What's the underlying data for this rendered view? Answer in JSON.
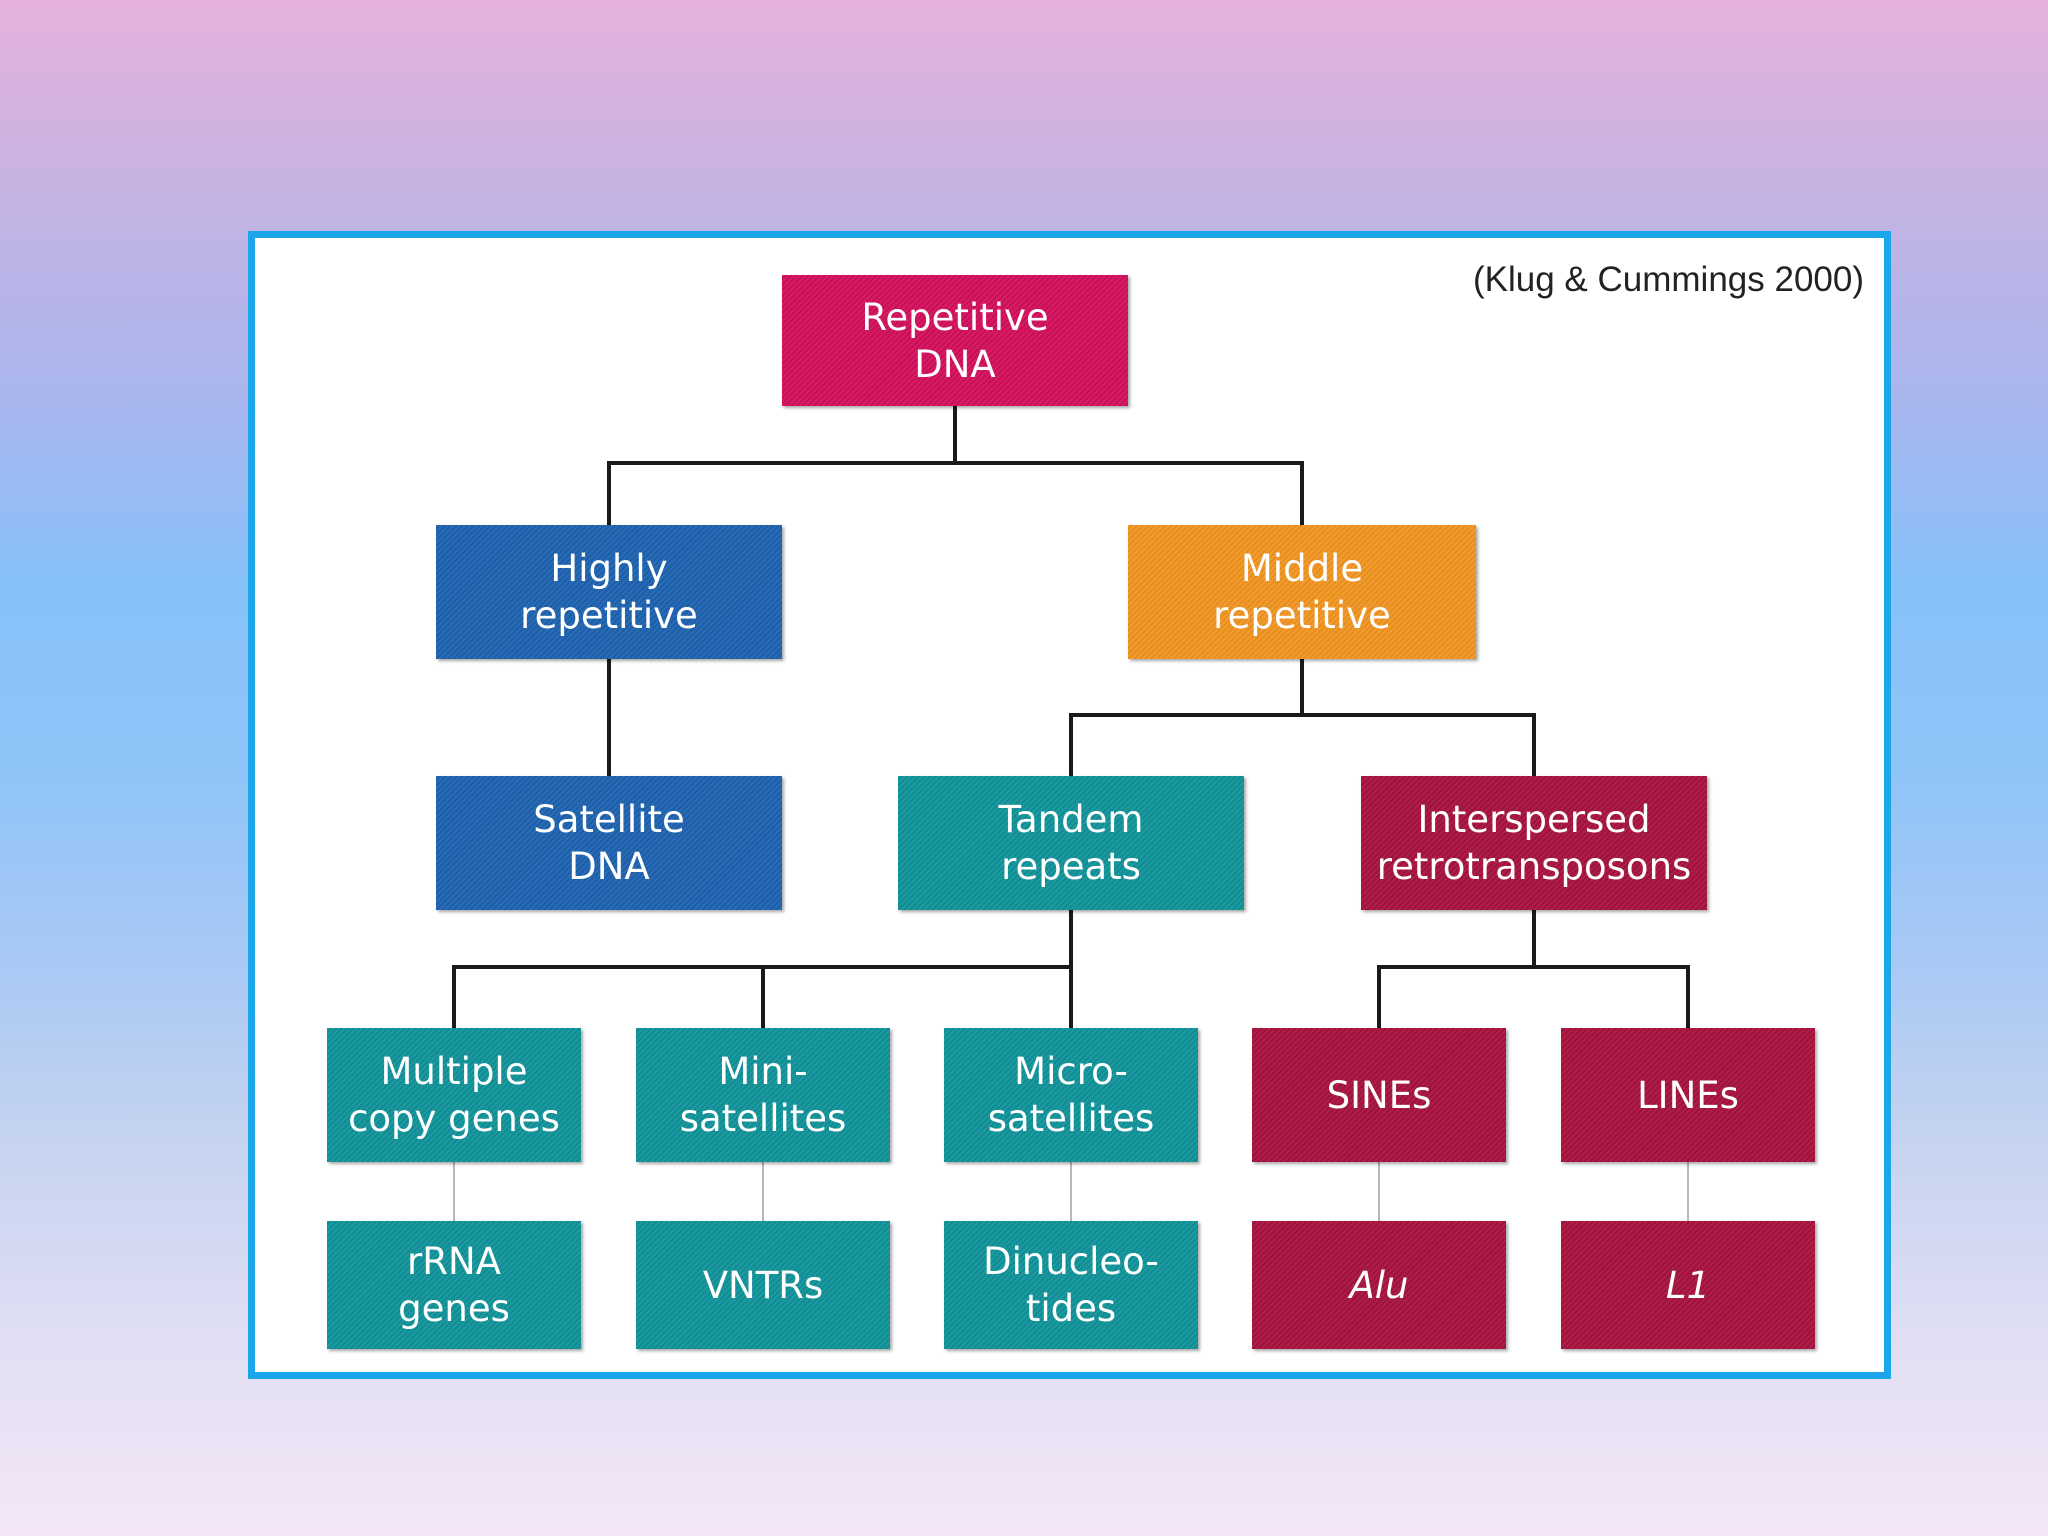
{
  "citation": "(Klug & Cummings 2000)",
  "colors": {
    "root": "#d4105d",
    "highly": "#1e63b0",
    "middle": "#f29622",
    "tandem": "#11949b",
    "interspersed": "#a8133f",
    "frame": "#1aa6e8"
  },
  "nodes": {
    "repetitive_dna": "Repetitive\nDNA",
    "highly_repetitive": "Highly\nrepetitive",
    "middle_repetitive": "Middle\nrepetitive",
    "satellite_dna": "Satellite\nDNA",
    "tandem_repeats": "Tandem\nrepeats",
    "interspersed_retrotransposons": "Interspersed\nretrotransposons",
    "multiple_copy_genes": "Multiple\ncopy genes",
    "minisatellites": "Mini-\nsatellites",
    "microsatellites": "Micro-\nsatellites",
    "sines": "SINEs",
    "lines": "LINEs",
    "rrna_genes": "rRNA\ngenes",
    "vntrs": "VNTRs",
    "dinucleotides": "Dinucleo-\ntides",
    "alu": "Alu",
    "l1": "L1"
  }
}
